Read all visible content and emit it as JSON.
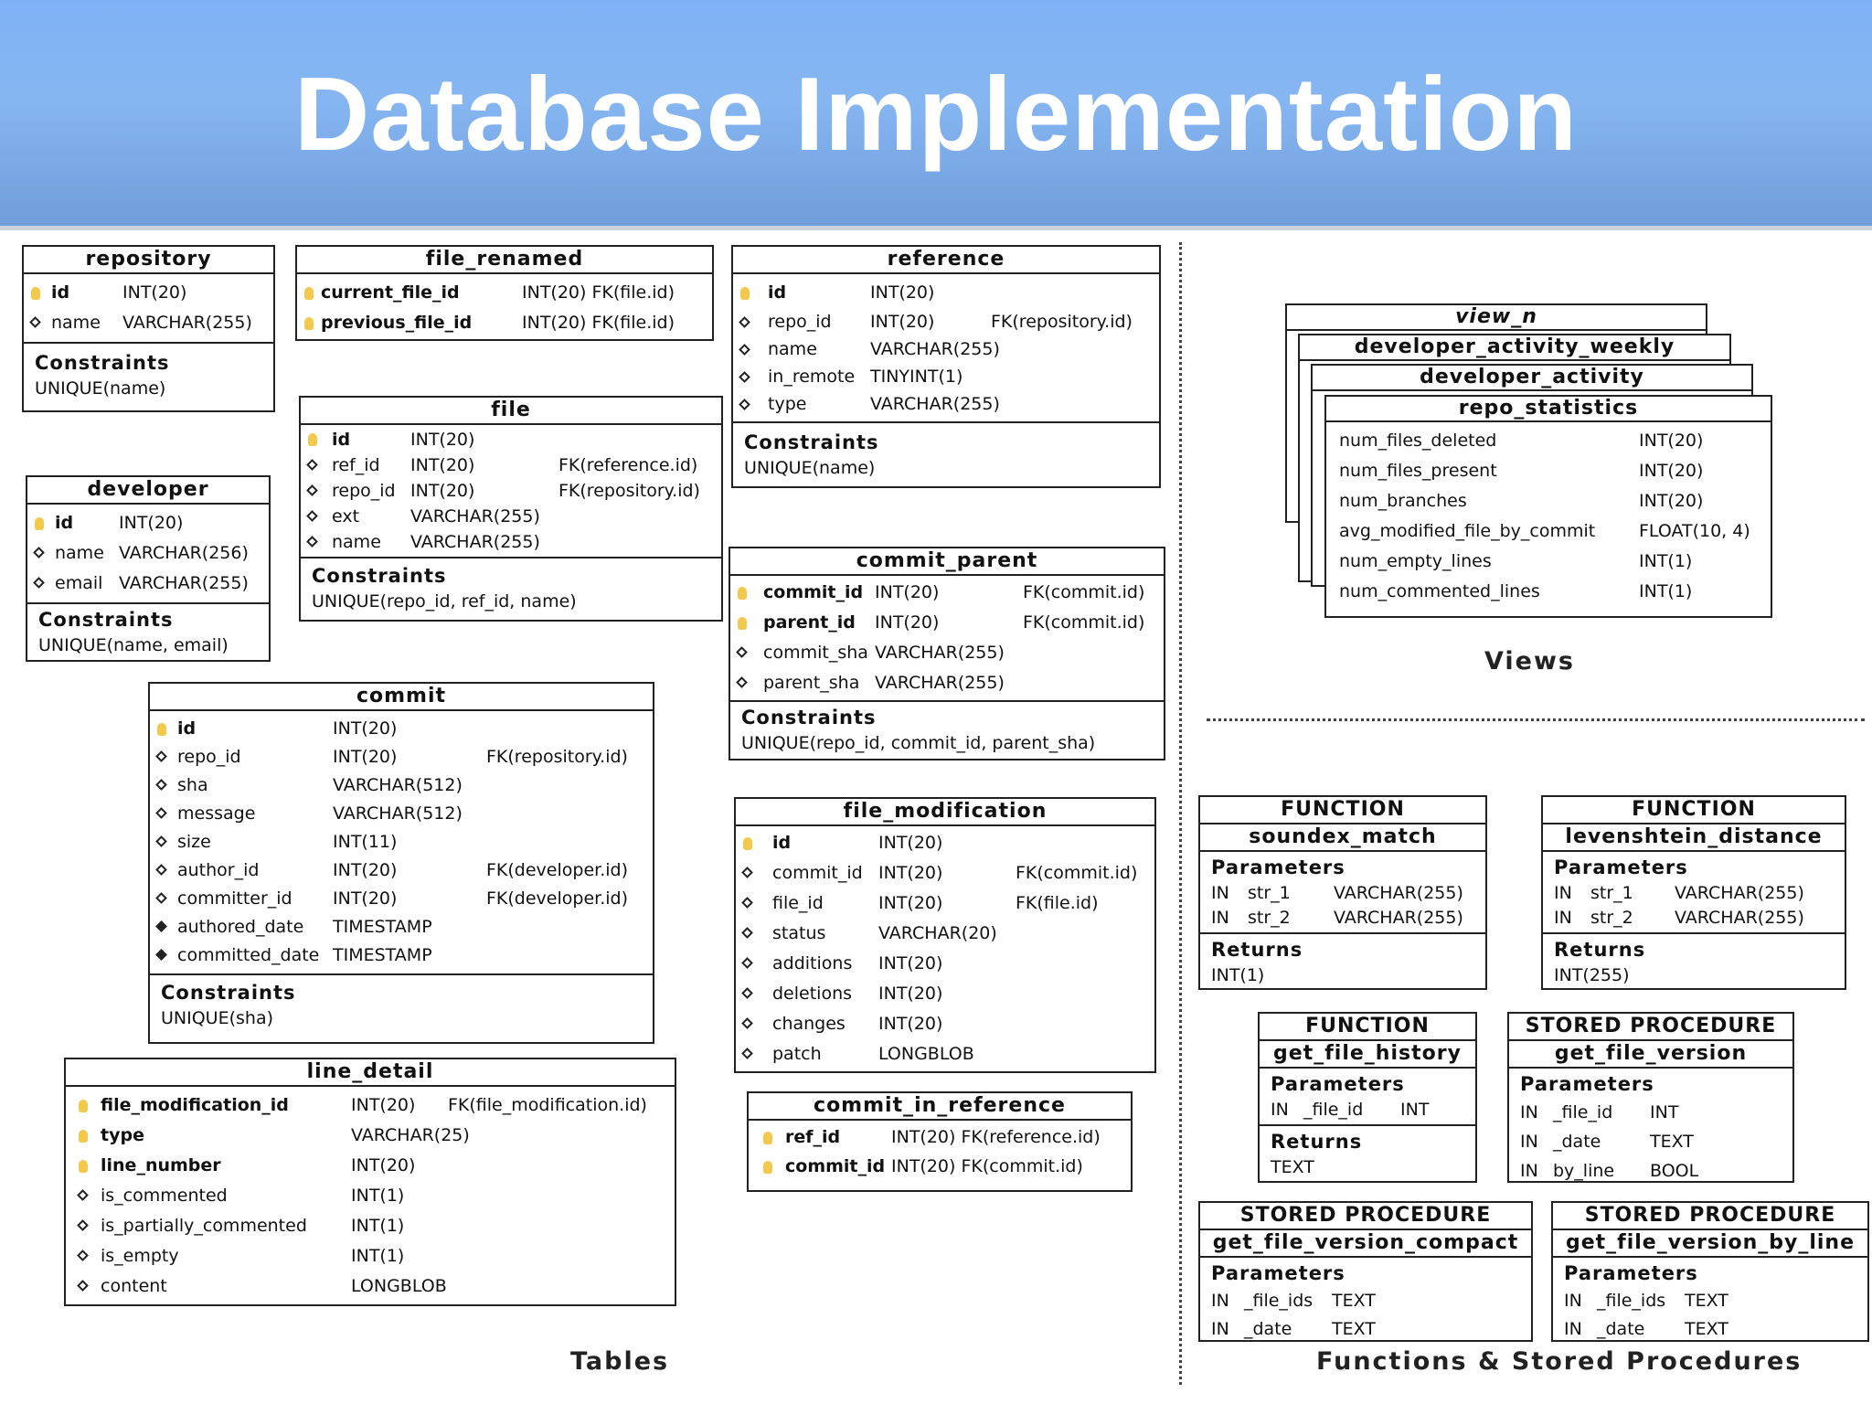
{
  "header": {
    "title": "Database Implementation"
  },
  "labels": {
    "tables": "Tables",
    "views": "Views",
    "functions": "Functions & Stored Procedures"
  },
  "tables": {
    "repository": {
      "name": "repository",
      "cols": [
        {
          "n": "id",
          "t": "INT(20)"
        },
        {
          "n": "name",
          "t": "VARCHAR(255)"
        }
      ],
      "constraints_label": "Constraints",
      "constraint": "UNIQUE(name)"
    },
    "file_renamed": {
      "name": "file_renamed",
      "cols": [
        {
          "n": "current_file_id",
          "t": "INT(20) FK(file.id)"
        },
        {
          "n": "previous_file_id",
          "t": "INT(20) FK(file.id)"
        }
      ]
    },
    "reference": {
      "name": "reference",
      "cols": [
        {
          "n": "id",
          "t": "INT(20)",
          "f": ""
        },
        {
          "n": "repo_id",
          "t": "INT(20)",
          "f": "FK(repository.id)"
        },
        {
          "n": "name",
          "t": "VARCHAR(255)",
          "f": ""
        },
        {
          "n": "in_remote",
          "t": "TINYINT(1)",
          "f": ""
        },
        {
          "n": "type",
          "t": "VARCHAR(255)",
          "f": ""
        }
      ],
      "constraints_label": "Constraints",
      "constraint": "UNIQUE(name)"
    },
    "file": {
      "name": "file",
      "cols": [
        {
          "n": "id",
          "t": "INT(20)",
          "f": ""
        },
        {
          "n": "ref_id",
          "t": "INT(20)",
          "f": "FK(reference.id)"
        },
        {
          "n": "repo_id",
          "t": "INT(20)",
          "f": "FK(repository.id)"
        },
        {
          "n": "ext",
          "t": "VARCHAR(255)",
          "f": ""
        },
        {
          "n": "name",
          "t": "VARCHAR(255)",
          "f": ""
        }
      ],
      "constraints_label": "Constraints",
      "constraint": "UNIQUE(repo_id, ref_id, name)"
    },
    "developer": {
      "name": "developer",
      "cols": [
        {
          "n": "id",
          "t": "INT(20)"
        },
        {
          "n": "name",
          "t": "VARCHAR(256)"
        },
        {
          "n": "email",
          "t": "VARCHAR(255)"
        }
      ],
      "constraints_label": "Constraints",
      "constraint": "UNIQUE(name, email)"
    },
    "commit_parent": {
      "name": "commit_parent",
      "cols": [
        {
          "n": "commit_id",
          "t": "INT(20)",
          "f": "FK(commit.id)"
        },
        {
          "n": "parent_id",
          "t": "INT(20)",
          "f": "FK(commit.id)"
        },
        {
          "n": "commit_sha",
          "t": "VARCHAR(255)",
          "f": ""
        },
        {
          "n": "parent_sha",
          "t": "VARCHAR(255)",
          "f": ""
        }
      ],
      "constraints_label": "Constraints",
      "constraint": "UNIQUE(repo_id, commit_id, parent_sha)"
    },
    "commit": {
      "name": "commit",
      "cols": [
        {
          "n": "id",
          "t": "INT(20)",
          "f": ""
        },
        {
          "n": "repo_id",
          "t": "INT(20)",
          "f": "FK(repository.id)"
        },
        {
          "n": "sha",
          "t": "VARCHAR(512)",
          "f": ""
        },
        {
          "n": "message",
          "t": "VARCHAR(512)",
          "f": ""
        },
        {
          "n": "size",
          "t": "INT(11)",
          "f": ""
        },
        {
          "n": "author_id",
          "t": "INT(20)",
          "f": "FK(developer.id)"
        },
        {
          "n": "committer_id",
          "t": "INT(20)",
          "f": "FK(developer.id)"
        },
        {
          "n": "authored_date",
          "t": "TIMESTAMP",
          "f": ""
        },
        {
          "n": "committed_date",
          "t": "TIMESTAMP",
          "f": ""
        }
      ],
      "constraints_label": "Constraints",
      "constraint": "UNIQUE(sha)"
    },
    "file_modification": {
      "name": "file_modification",
      "cols": [
        {
          "n": "id",
          "t": "INT(20)",
          "f": ""
        },
        {
          "n": "commit_id",
          "t": "INT(20)",
          "f": "FK(commit.id)"
        },
        {
          "n": "file_id",
          "t": "INT(20)",
          "f": "FK(file.id)"
        },
        {
          "n": "status",
          "t": "VARCHAR(20)",
          "f": ""
        },
        {
          "n": "additions",
          "t": "INT(20)",
          "f": ""
        },
        {
          "n": "deletions",
          "t": "INT(20)",
          "f": ""
        },
        {
          "n": "changes",
          "t": "INT(20)",
          "f": ""
        },
        {
          "n": "patch",
          "t": "LONGBLOB",
          "f": ""
        }
      ]
    },
    "line_detail": {
      "name": "line_detail",
      "cols": [
        {
          "n": "file_modification_id",
          "t": "INT(20)",
          "f": "FK(file_modification.id)"
        },
        {
          "n": "type",
          "t": "VARCHAR(25)",
          "f": ""
        },
        {
          "n": "line_number",
          "t": "INT(20)",
          "f": ""
        },
        {
          "n": "is_commented",
          "t": "INT(1)",
          "f": ""
        },
        {
          "n": "is_partially_commented",
          "t": "INT(1)",
          "f": ""
        },
        {
          "n": "is_empty",
          "t": "INT(1)",
          "f": ""
        },
        {
          "n": "content",
          "t": "LONGBLOB",
          "f": ""
        }
      ]
    },
    "commit_in_reference": {
      "name": "commit_in_reference",
      "cols": [
        {
          "n": "ref_id",
          "t": "INT(20) FK(reference.id)"
        },
        {
          "n": "commit_id",
          "t": "INT(20) FK(commit.id)"
        }
      ]
    }
  },
  "views": {
    "stack": [
      "view_n",
      "developer_activity_weekly",
      "developer_activity"
    ],
    "repo_statistics": {
      "name": "repo_statistics",
      "cols": [
        {
          "n": "num_files_deleted",
          "t": "INT(20)"
        },
        {
          "n": "num_files_present",
          "t": "INT(20)"
        },
        {
          "n": "num_branches",
          "t": "INT(20)"
        },
        {
          "n": "avg_modified_file_by_commit",
          "t": "FLOAT(10, 4)"
        },
        {
          "n": "num_empty_lines",
          "t": "INT(1)"
        },
        {
          "n": "num_commented_lines",
          "t": "INT(1)"
        }
      ]
    }
  },
  "routines": {
    "soundex": {
      "kind": "FUNCTION",
      "name": "soundex_match",
      "params_label": "Parameters",
      "params": [
        {
          "m": "IN",
          "n": "str_1",
          "t": "VARCHAR(255)"
        },
        {
          "m": "IN",
          "n": "str_2",
          "t": "VARCHAR(255)"
        }
      ],
      "returns_label": "Returns",
      "returns": "INT(1)"
    },
    "levenshtein": {
      "kind": "FUNCTION",
      "name": "levenshtein_distance",
      "params_label": "Parameters",
      "params": [
        {
          "m": "IN",
          "n": "str_1",
          "t": "VARCHAR(255)"
        },
        {
          "m": "IN",
          "n": "str_2",
          "t": "VARCHAR(255)"
        }
      ],
      "returns_label": "Returns",
      "returns": "INT(255)"
    },
    "history": {
      "kind": "FUNCTION",
      "name": "get_file_history",
      "params_label": "Parameters",
      "params": [
        {
          "m": "IN",
          "n": "_file_id",
          "t": "INT"
        }
      ],
      "returns_label": "Returns",
      "returns": "TEXT"
    },
    "version": {
      "kind": "STORED PROCEDURE",
      "name": "get_file_version",
      "params_label": "Parameters",
      "params": [
        {
          "m": "IN",
          "n": "_file_id",
          "t": "INT"
        },
        {
          "m": "IN",
          "n": "_date",
          "t": "TEXT"
        },
        {
          "m": "IN",
          "n": "by_line",
          "t": "BOOL"
        }
      ]
    },
    "compact": {
      "kind": "STORED PROCEDURE",
      "name": "get_file_version_compact",
      "params_label": "Parameters",
      "params": [
        {
          "m": "IN",
          "n": "_file_ids",
          "t": "TEXT"
        },
        {
          "m": "IN",
          "n": "_date",
          "t": "TEXT"
        }
      ]
    },
    "byline": {
      "kind": "STORED PROCEDURE",
      "name": "get_file_version_by_line",
      "params_label": "Parameters",
      "params": [
        {
          "m": "IN",
          "n": "_file_ids",
          "t": "TEXT"
        },
        {
          "m": "IN",
          "n": "_date",
          "t": "TEXT"
        }
      ]
    }
  }
}
